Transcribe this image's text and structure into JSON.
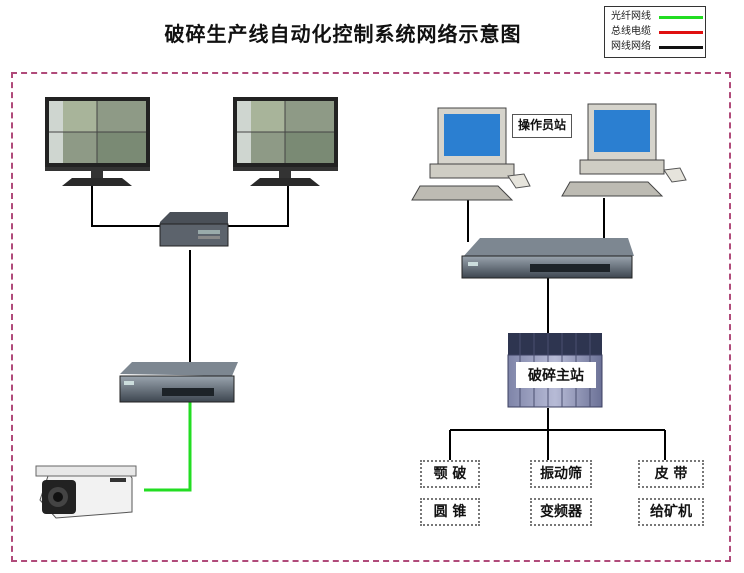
{
  "title": "破碎生产线自动化控制系统网络示意图",
  "legend": [
    {
      "label": "光纤网线",
      "color": "#22dd22"
    },
    {
      "label": "总线电缆",
      "color": "#e01010"
    },
    {
      "label": "网线网络",
      "color": "#111111"
    }
  ],
  "operator_station_label": "操作员站",
  "main_station_label": "破碎主站",
  "equipment": [
    "颚 破",
    "振动筛",
    "皮 带",
    "圆 锥",
    "变频器",
    "给矿机"
  ]
}
